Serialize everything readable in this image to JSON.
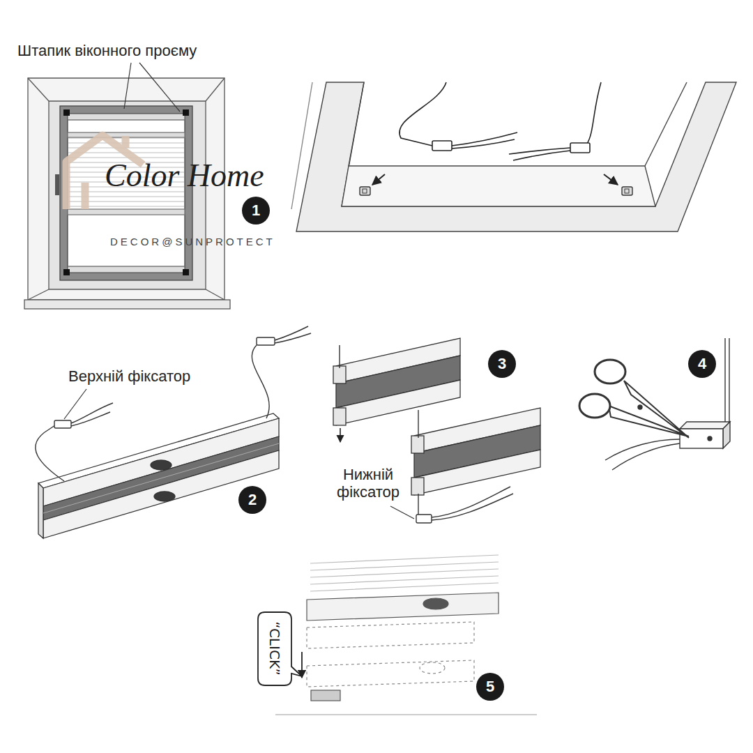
{
  "diagram": {
    "nodes": [
      {
        "text": [
          "1"
        ]
      },
      {
        "text": [
          "2"
        ]
      },
      {
        "text": [
          "3"
        ]
      },
      {
        "text": [
          "4"
        ]
      },
      {
        "text": [
          "“CLICK”"
        ]
      },
      {
        "text": [
          "5"
        ]
      }
    ],
    "labels": [
      "Штапик віконного проєму",
      "Color Home",
      "DECOR@SUNPROTECT",
      "Верхній фіксатор",
      "Нижній фіксатор"
    ]
  }
}
